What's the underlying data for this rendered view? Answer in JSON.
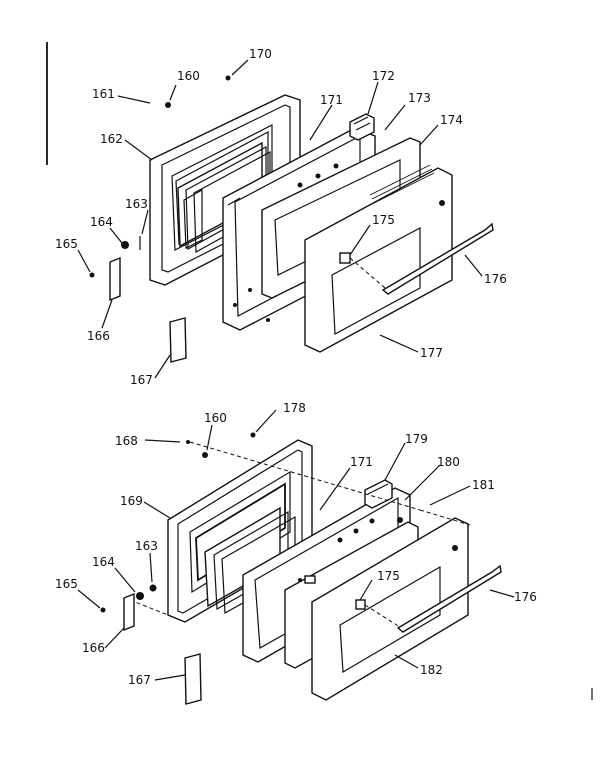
{
  "diagram": {
    "top_assembly_labels": {
      "l160": "160",
      "l161": "161",
      "l162": "162",
      "l163": "163",
      "l164": "164",
      "l165": "165",
      "l166": "166",
      "l167": "167",
      "l170": "170",
      "l171": "171",
      "l172": "172",
      "l173": "173",
      "l174": "174",
      "l175": "175",
      "l176": "176",
      "l177": "177"
    },
    "bottom_assembly_labels": {
      "l160": "160",
      "l163": "163",
      "l164": "164",
      "l165": "165",
      "l166": "166",
      "l167": "167",
      "l168": "168",
      "l169": "169",
      "l171": "171",
      "l175": "175",
      "l176": "176",
      "l178": "178",
      "l179": "179",
      "l180": "180",
      "l181": "181",
      "l182": "182"
    }
  }
}
